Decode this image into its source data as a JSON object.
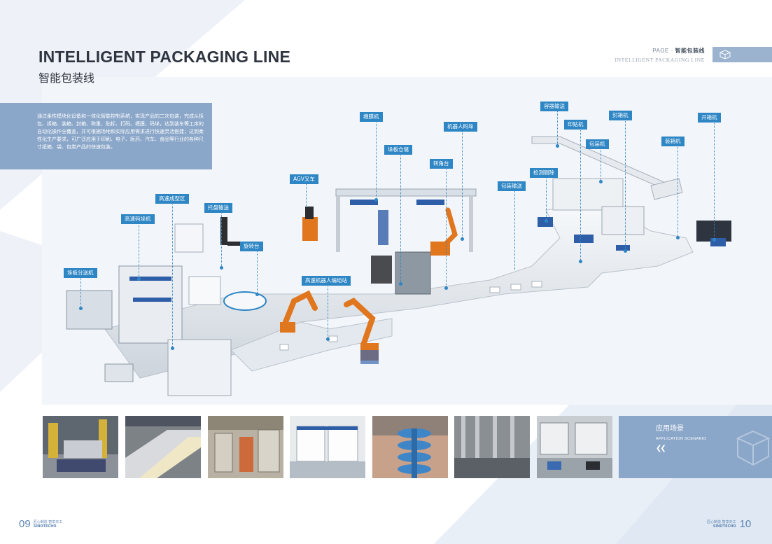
{
  "header": {
    "title_en": "INTELLIGENT PACKAGING LINE",
    "title_cn": "智能包装线",
    "page_label_prefix": "PAGE · ",
    "page_label_cn": "智能包装线",
    "page_label_en": "INTELLIGENT PACKAGING LINE",
    "page_icon": "box-cube-icon"
  },
  "description": "通过柔性模块化设备和一体化智能控制系统，实现产品的二次包装，完成从拆包、拆箱、装箱、封箱、称重、贴标、打码、缠膜、码垛，达到装车等工序的自动化操作全覆盖，并可根据场地和实际应用需求进行快速灵活搭建；达到柔性化生产要求，可广泛应用于印刷、电子、医药、汽车、食品等行业的各种尺寸纸箱、袋、包类产品的快速包装。",
  "callouts": {
    "c01": "垛板分送机",
    "c02": "高速码垛机",
    "c03": "高速成型区",
    "c04": "托盘输送",
    "c05": "旋转台",
    "c06": "AGV叉车",
    "c07": "高速机器人编组站",
    "c08": "缠膜机",
    "c09": "垛板仓储",
    "c10": "机器人码垛",
    "c11": "转角台",
    "c12": "包装输送",
    "c13": "检测剔除",
    "c14": "容器输送",
    "c15": "印贴机",
    "c16": "包装机",
    "c17": "封箱机",
    "c18": "装箱机",
    "c19": "开箱机"
  },
  "application": {
    "title_cn": "应用场景",
    "title_en": "APPLICATION SCENARIO",
    "arrow_icon": "double-chevron-left-icon"
  },
  "footer": {
    "left_page": "09",
    "right_page": "10",
    "slogan": "匠心制造 智享天工",
    "brand": "SINOTECHO"
  },
  "colors": {
    "accent": "#2e86c4",
    "panel": "#8aa6c8",
    "scene_bg": "#f2f5f9",
    "robot_orange": "#e0761e"
  }
}
